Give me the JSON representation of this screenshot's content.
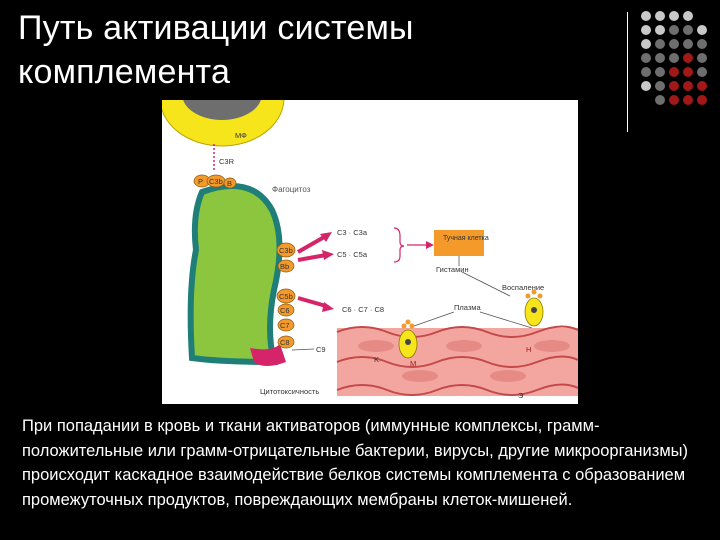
{
  "slide": {
    "title_line1": "Путь активации системы",
    "title_line2": "комплемента",
    "caption": "При попадании в кровь и ткани активаторов (иммунные комплексы, грамм-положительные или грамм-отрицательные бактерии, вирусы, другие микроорганизмы) происходит каскадное взаимодействие белков системы комплемента с образованием промежуточных продуктов, повреждающих мембраны клеток-мишеней."
  },
  "diagram": {
    "mf": "МФ",
    "c3r": "C3R",
    "p": "P",
    "c3b_top": "C3b",
    "b_top": "B",
    "phagocytosis": "Фагоцитоз",
    "c3b": "C3b",
    "bb": "Bb",
    "c5b": "C5b",
    "c6": "C6",
    "c7": "C7",
    "c8": "C8",
    "c9": "C9",
    "c3_row": "C3 · C3a",
    "c5_row": "C5 · C5a",
    "mast_cell": "Тучная клетка",
    "histamine": "Гистамин",
    "inflammation": "Воспаление",
    "plasma": "Плазма",
    "c678": "C6 · C7 · C8",
    "k": "K",
    "m": "M",
    "n": "H",
    "e": "Э",
    "cytotoxicity": "Цитотоксичность"
  },
  "colors": {
    "background": "#000000",
    "text": "#ffffff",
    "dot_gray_light": "#c8c8c8",
    "dot_gray_dark": "#6e6e6e",
    "dot_red": "#a01818",
    "membrane_green": "#8cc63f",
    "membrane_teal": "#1f7f78",
    "yellow_cell": "#f7e51c",
    "orange_box": "#f39a2b",
    "arrow_magenta": "#d6246a",
    "vessel_pink": "#f3a6a0",
    "vessel_red": "#c44a4a"
  }
}
